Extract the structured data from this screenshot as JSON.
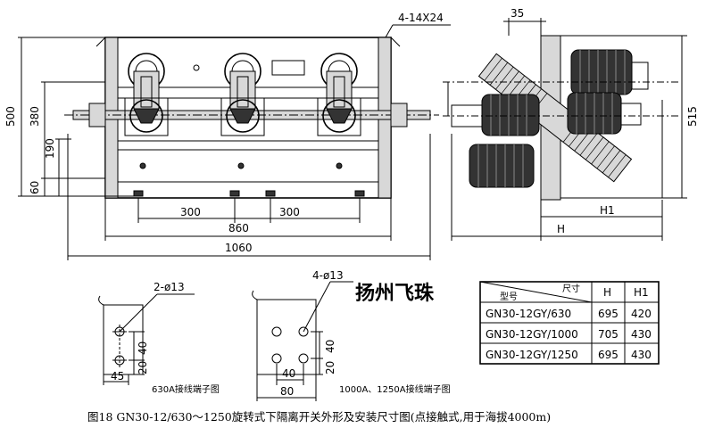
{
  "front_view": {
    "bolt_label": "4-14X24",
    "dims": {
      "h500": "500",
      "h380": "380",
      "h190": "190",
      "h60": "60",
      "w300a": "300",
      "w300b": "300",
      "w860": "860",
      "w1060": "1060"
    }
  },
  "side_view": {
    "dims": {
      "d35": "35",
      "d515": "515",
      "h1": "H1",
      "h": "H"
    }
  },
  "terminal_630": {
    "holes_label": "2-ø13",
    "dims": {
      "d40": "40",
      "d20": "20",
      "d45": "45"
    },
    "caption": "630A接线端子图"
  },
  "terminal_1000": {
    "holes_label": "4-ø13",
    "dims": {
      "d40": "40",
      "d20": "20",
      "d40b": "40",
      "d80": "80"
    },
    "caption": "1000A、1250A接线端子图"
  },
  "brand": "扬州飞珠",
  "spec_table": {
    "header": {
      "type": "型号",
      "size": "尺寸",
      "h": "H",
      "h1": "H1"
    },
    "rows": [
      {
        "model": "GN30-12GY/630",
        "h": "695",
        "h1": "420"
      },
      {
        "model": "GN30-12GY/1000",
        "h": "705",
        "h1": "430"
      },
      {
        "model": "GN30-12GY/1250",
        "h": "695",
        "h1": "430"
      }
    ]
  },
  "figure_caption": "图18  GN30-12/630～1250旋转式下隔离开关外形及安装尺寸图(点接触式,用于海拔4000m)"
}
